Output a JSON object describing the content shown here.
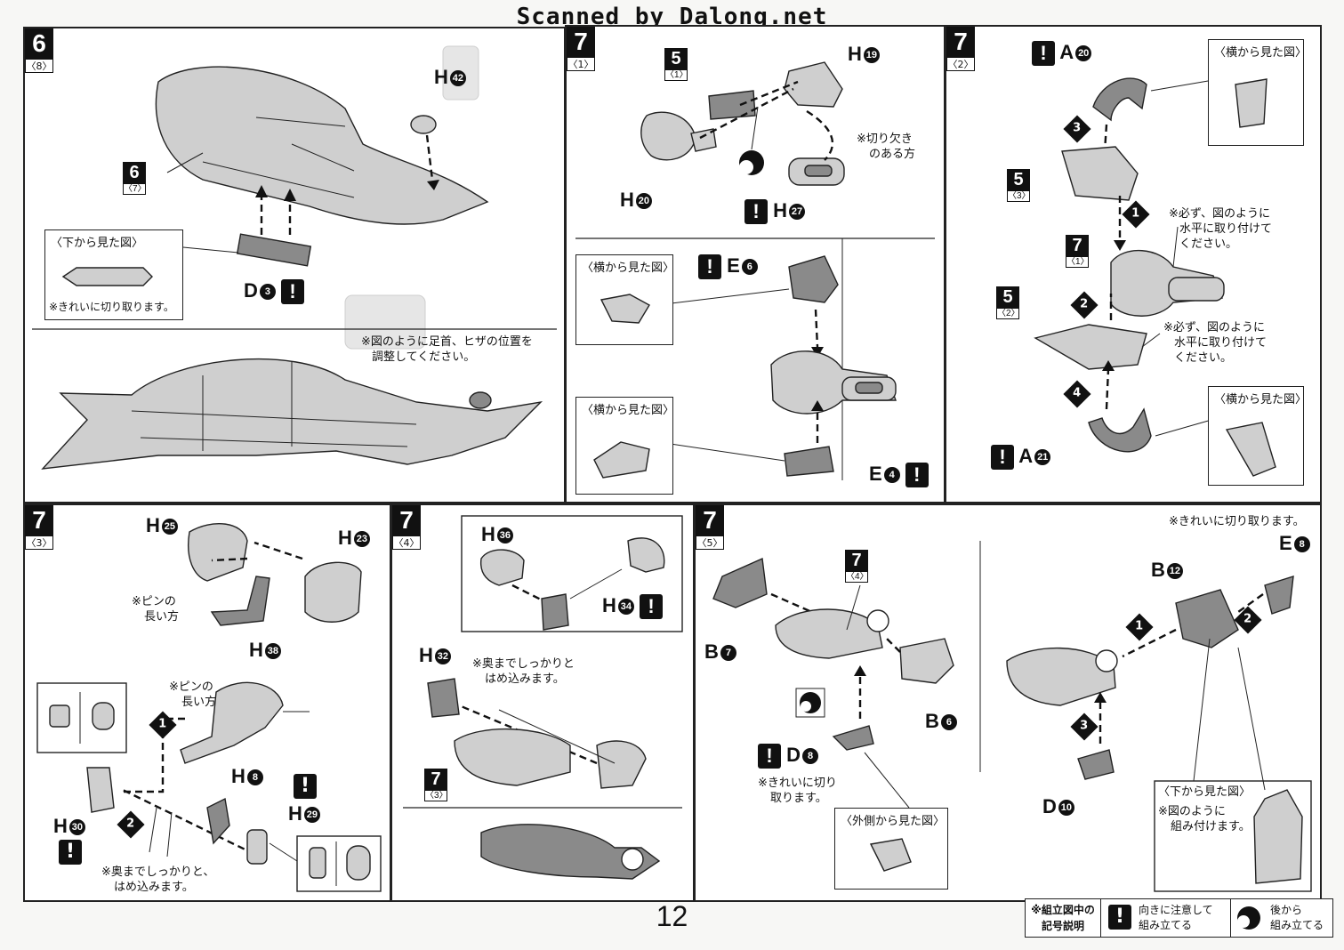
{
  "watermark": "Scanned by Dalong.net",
  "page_number": "12",
  "step6": {
    "step": "6",
    "sub": "〈8〉",
    "label_h42": "H",
    "num_h42": "42",
    "ref_step": "6",
    "ref_sub": "〈7〉",
    "bottom_view_title": "〈下から見た図〉",
    "bottom_view_note": "※きれいに切り取ります。",
    "label_d3": "D",
    "num_d3": "3",
    "adjust_note_1": "※図のように足首、ヒザの位置を",
    "adjust_note_2": "調整してください。"
  },
  "step7_1": {
    "step": "7",
    "sub": "〈1〉",
    "ref_step": "5",
    "ref_sub": "〈1〉",
    "label_h19": "H",
    "num_h19": "19",
    "notch_note_1": "※切り欠き",
    "notch_note_2": "のある方",
    "label_h20": "H",
    "num_h20": "20",
    "label_h27": "H",
    "num_h27": "27",
    "side_view_1": "〈横から見た図〉",
    "label_e6": "E",
    "num_e6": "6",
    "side_view_2": "〈横から見た図〉",
    "label_e4": "E",
    "num_e4": "4"
  },
  "step7_2": {
    "step": "7",
    "sub": "〈2〉",
    "label_a20": "A",
    "num_a20": "20",
    "side_view_top": "〈横から見た図〉",
    "ref5_step": "5",
    "ref5_sub": "〈3〉",
    "horiz_note_a": [
      "※必ず、図のように",
      "水平に取り付けて",
      "ください。"
    ],
    "ref7_step": "7",
    "ref7_sub": "〈1〉",
    "ref5b_step": "5",
    "ref5b_sub": "〈2〉",
    "horiz_note_b": [
      "※必ず、図のように",
      "水平に取り付けて",
      "ください。"
    ],
    "side_view_bottom": "〈横から見た図〉",
    "label_a21": "A",
    "num_a21": "21",
    "order": [
      "1",
      "2",
      "3",
      "4"
    ]
  },
  "step7_3": {
    "step": "7",
    "sub": "〈3〉",
    "label_h25": "H",
    "num_h25": "25",
    "label_h23": "H",
    "num_h23": "23",
    "pin_note_a": [
      "※ピンの",
      "長い方"
    ],
    "label_h38": "H",
    "num_h38": "38",
    "pin_note_b": [
      "※ピンの",
      "長い方"
    ],
    "label_h8": "H",
    "num_h8": "8",
    "label_h29": "H",
    "num_h29": "29",
    "label_h30": "H",
    "num_h30": "30",
    "press_note": [
      "※奥までしっかりと、",
      "はめ込みます。"
    ],
    "order": [
      "1",
      "2"
    ]
  },
  "step7_4": {
    "step": "7",
    "sub": "〈4〉",
    "label_h36": "H",
    "num_h36": "36",
    "label_h34": "H",
    "num_h34": "34",
    "label_h32": "H",
    "num_h32": "32",
    "press_note": [
      "※奥までしっかりと",
      "はめ込みます。"
    ],
    "ref_step": "7",
    "ref_sub": "〈3〉"
  },
  "step7_5": {
    "step": "7",
    "sub": "〈5〉",
    "ref_step": "7",
    "ref_sub": "〈4〉",
    "label_b7": "B",
    "num_b7": "7",
    "label_b6": "B",
    "num_b6": "6",
    "label_d8": "D",
    "num_d8": "8",
    "cut_note": [
      "※きれいに切り",
      "取ります。"
    ],
    "outer_view": "〈外側から見た図〉",
    "cut_note_top": "※きれいに切り取ります。",
    "label_e8": "E",
    "num_e8": "8",
    "label_b12": "B",
    "num_b12": "12",
    "label_d10": "D",
    "num_d10": "10",
    "bottom_view": "〈下から見た図〉",
    "assemble_note": [
      "※図のように",
      "組み付けます。"
    ],
    "order": [
      "1",
      "2",
      "3"
    ]
  },
  "legend": {
    "title": [
      "※組立図中の",
      "記号説明"
    ],
    "caution": [
      "向きに注意して",
      "組み立てる"
    ],
    "rear": [
      "後から",
      "組み立てる"
    ]
  }
}
